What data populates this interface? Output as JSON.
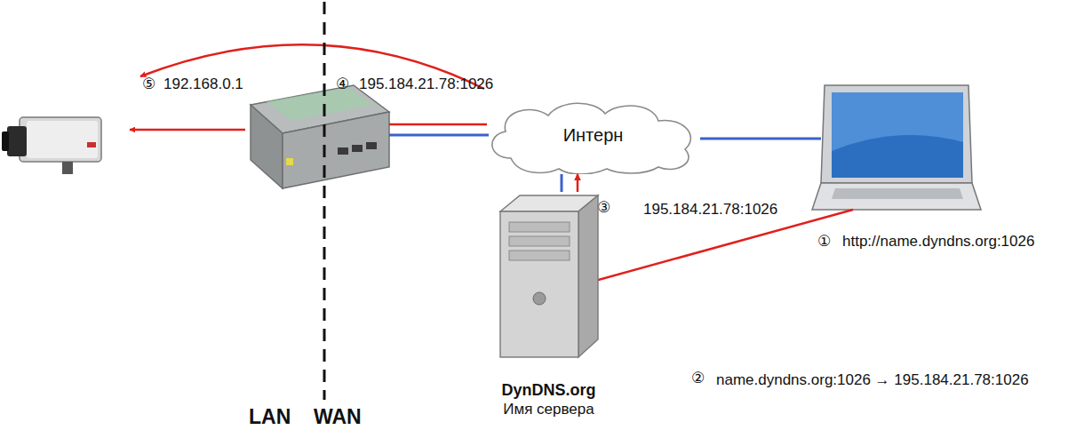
{
  "diagram": {
    "nodes": [
      {
        "text": [
          "Интерн"
        ]
      },
      {
        "text": [
          "DynDNS.org",
          "Имя сервера"
        ]
      }
    ],
    "edges": [
      {
        "from": 1,
        "to": 0,
        "arrow": "to"
      },
      {
        "from": 1,
        "to": 0,
        "arrow": "none"
      }
    ],
    "labels": [
      "⑤",
      "192.168.0.1",
      "④",
      "195.184.21.78:1026",
      "③",
      "195.184.21.78:1026",
      "①",
      "http://name.dyndns.org:1026",
      "②",
      "name.dyndns.org:1026 → 195.184.21.78:1026",
      "LAN",
      "WAN"
    ]
  }
}
